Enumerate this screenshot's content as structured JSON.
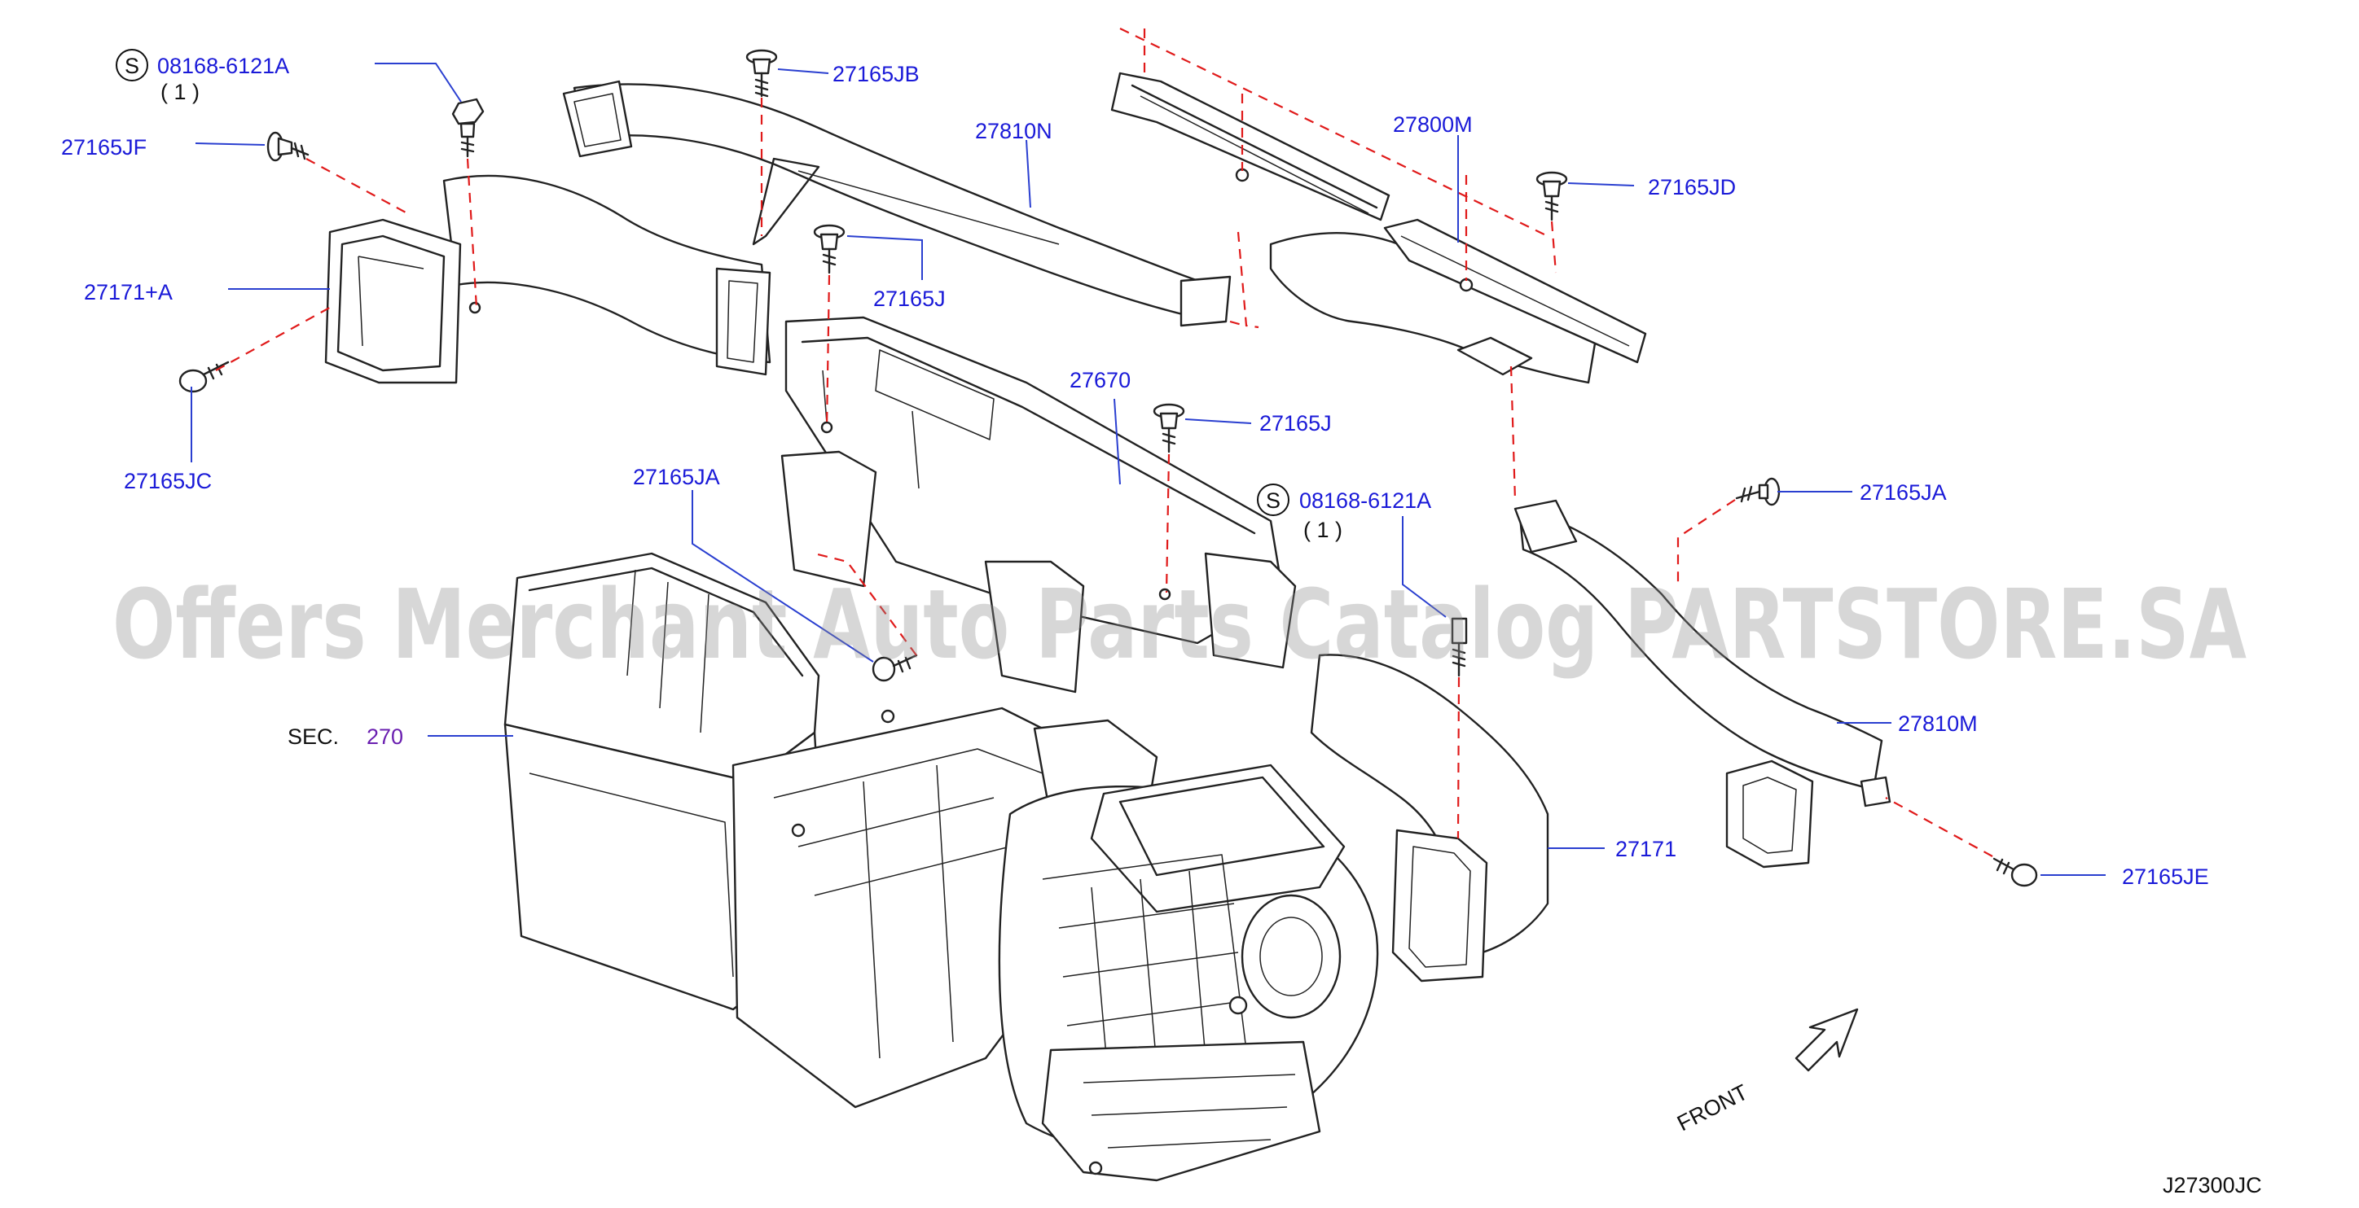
{
  "watermark": "Offers Merchant Auto Parts Catalog PARTSTORE.SA",
  "diagram_code": "J27300JC",
  "front_label": "FRONT",
  "section_ref": {
    "prefix": "SEC.",
    "number": "270"
  },
  "callouts": [
    {
      "id": "s1",
      "symbol": "S",
      "part": "08168-6121A",
      "qty": "( 1 )"
    },
    {
      "id": "s2",
      "symbol": "S",
      "part": "08168-6121A",
      "qty": "( 1 )"
    }
  ],
  "labels": {
    "p27165JF": "27165JF",
    "p27171A": "27171+A",
    "p27165JC": "27165JC",
    "p27165JB": "27165JB",
    "p27810N": "27810N",
    "p27165J_a": "27165J",
    "p27800M": "27800M",
    "p27165JD": "27165JD",
    "p27670": "27670",
    "p27165J_b": "27165J",
    "p27165JA_a": "27165JA",
    "p27165JA_b": "27165JA",
    "p27810M": "27810M",
    "p27171": "27171",
    "p27165JE": "27165JE"
  }
}
